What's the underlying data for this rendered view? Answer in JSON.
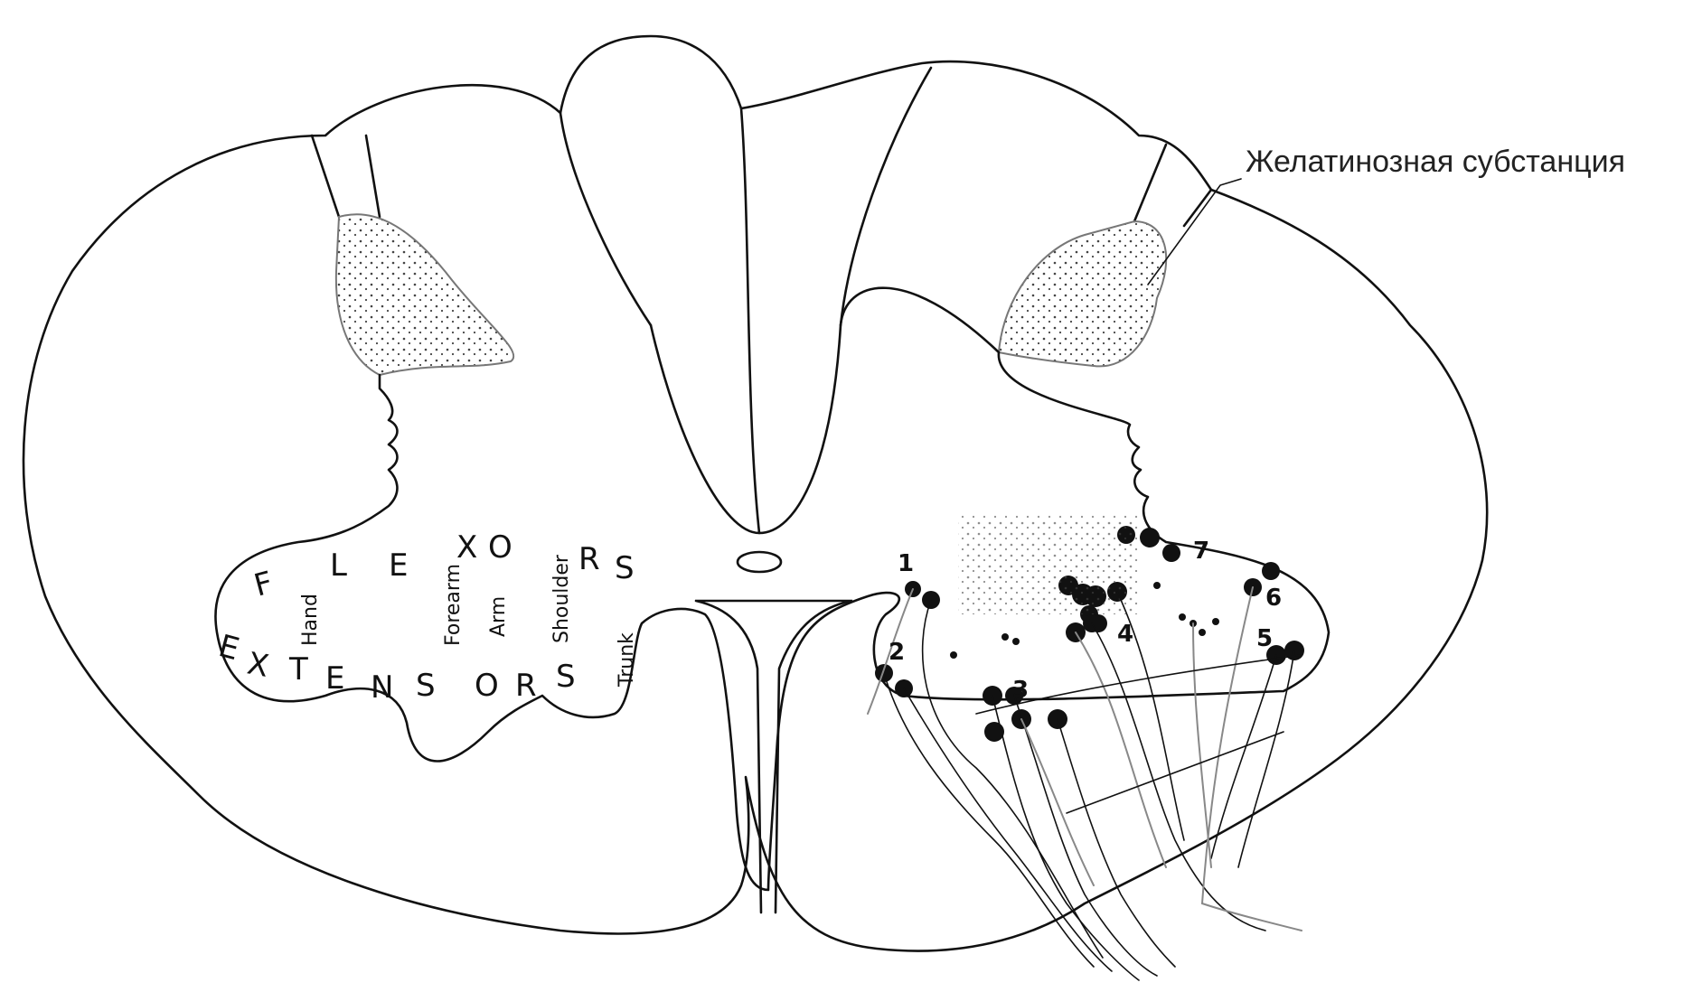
{
  "annotation": {
    "text": "Желатинозная субстанция"
  },
  "flexors_letters": [
    "F",
    "L",
    "E",
    "X",
    "O",
    "R",
    "S"
  ],
  "extensors_letters": [
    "E",
    "X",
    "T",
    "E",
    "N",
    "S",
    "O",
    "R",
    "S"
  ],
  "body_parts": [
    "Hand",
    "Forearm",
    "Arm",
    "Shoulder",
    "Trunk"
  ],
  "nucleus_numbers": [
    "1",
    "2",
    "3",
    "4",
    "5",
    "6",
    "7"
  ]
}
